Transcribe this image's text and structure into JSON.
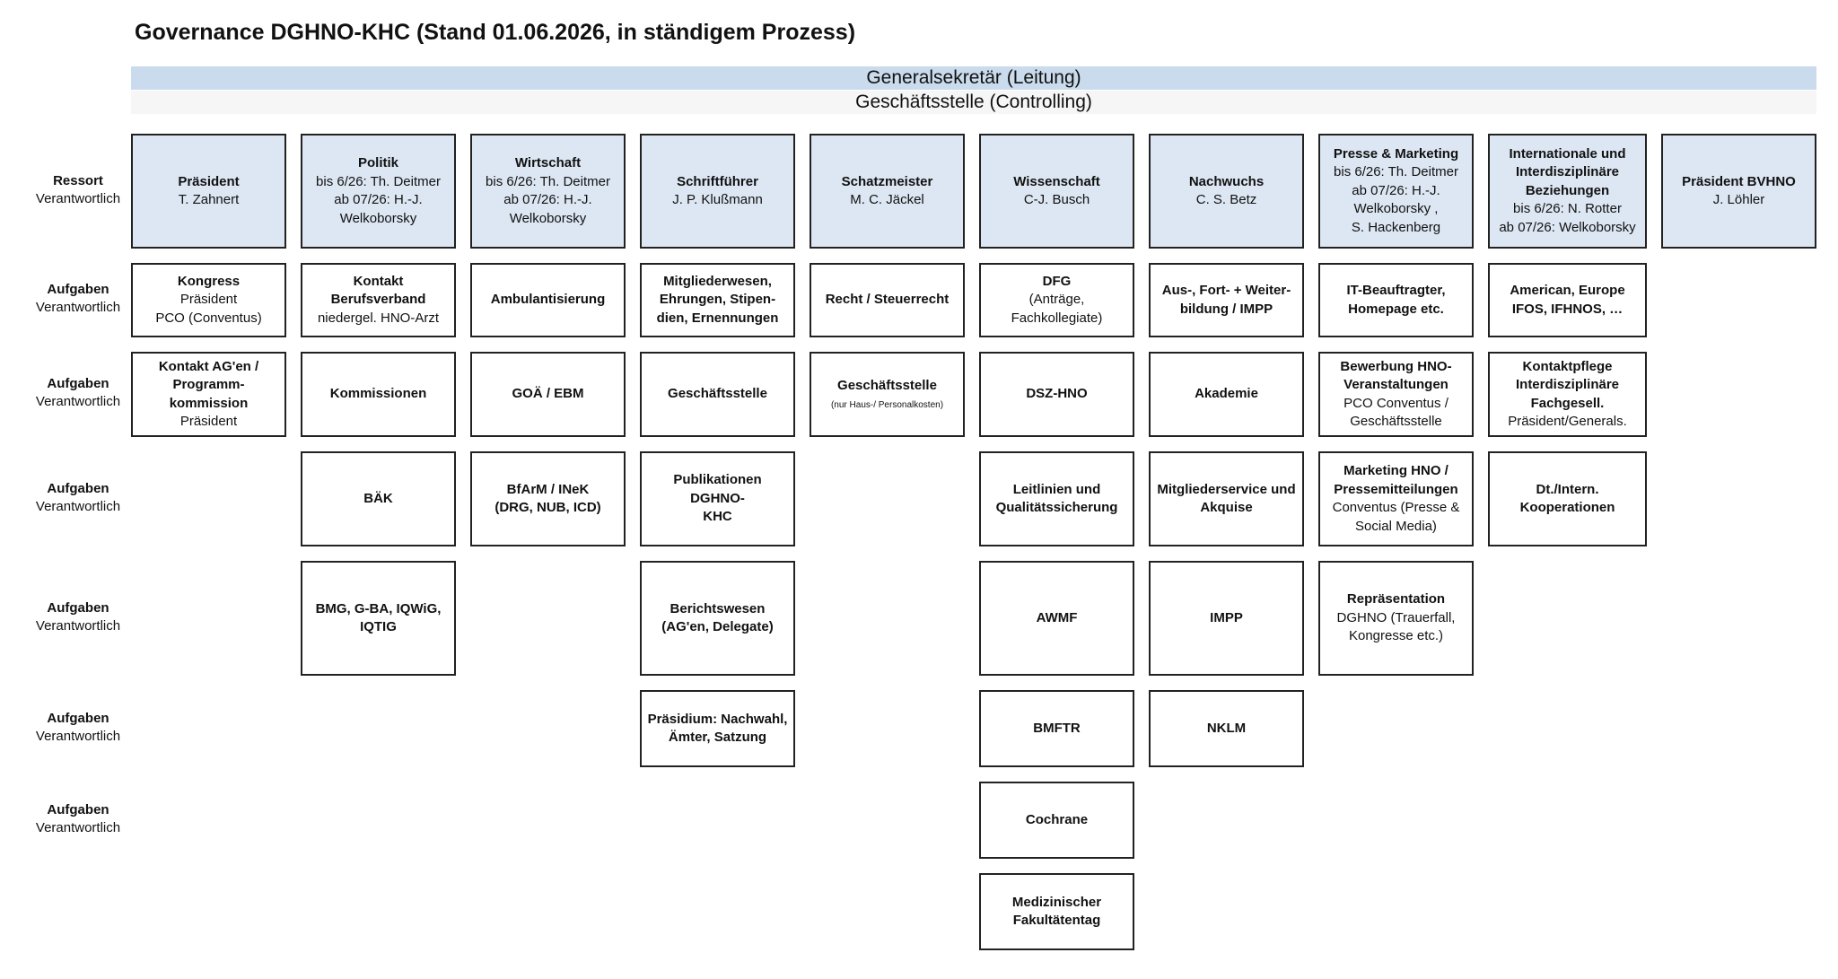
{
  "title": "Governance DGHNO-KHC (Stand 01.06.2026, in ständigem Prozess)",
  "bands": {
    "leitung": "Generalsekretär (Leitung)",
    "controlling": "Geschäftsstelle (Controlling)"
  },
  "row_labels": {
    "ressort": {
      "line1": "Ressort",
      "line2": "Verantwortlich"
    },
    "aufgaben": {
      "line1": "Aufgaben",
      "line2": "Verantwortlich"
    }
  },
  "ressorts": [
    {
      "title": "Präsident",
      "sub": "T. Zahnert"
    },
    {
      "title": "Politik",
      "sub": "bis 6/26: Th. Deitmer\nab 07/26: H.-J.\nWelkoborsky"
    },
    {
      "title": "Wirtschaft",
      "sub": "bis 6/26: Th. Deitmer\nab 07/26: H.-J.\nWelkoborsky"
    },
    {
      "title": "Schriftführer",
      "sub": "J. P. Klußmann"
    },
    {
      "title": "Schatzmeister",
      "sub": "M. C. Jäckel"
    },
    {
      "title": "Wissenschaft",
      "sub": "C-J. Busch"
    },
    {
      "title": "Nachwuchs",
      "sub": "C. S. Betz"
    },
    {
      "title": "Presse & Marketing",
      "sub": "bis 6/26: Th. Deitmer\nab 07/26: H.-J.\nWelkoborsky ,\nS. Hackenberg"
    },
    {
      "title": "Internationale und\nInterdisziplinäre\nBeziehungen",
      "sub": "bis 6/26: N. Rotter\nab 07/26: Welkoborsky"
    },
    {
      "title": "Präsident BVHNO",
      "sub": "J. Löhler"
    }
  ],
  "tasks": [
    [
      {
        "title": "Kongress",
        "sub": "Präsident\nPCO (Conventus)"
      },
      {
        "title": "Kontakt\nBerufsverband",
        "sub": "niedergel. HNO-Arzt"
      },
      {
        "title": "Ambulantisierung"
      },
      {
        "title": "Mitgliederwesen,\nEhrungen, Stipen-\ndien, Ernennungen"
      },
      {
        "title": "Recht / Steuerrecht"
      },
      {
        "title": "DFG",
        "sub": "(Anträge,\nFachkollegiate)"
      },
      {
        "title": "Aus-, Fort- + Weiter-\nbildung / IMPP"
      },
      {
        "title": "IT-Beauftragter,\nHomepage etc."
      },
      {
        "title": "American, Europe\nIFOS, IFHNOS, …"
      }
    ],
    [
      {
        "title": "Kontakt AG'en /\nProgramm-\nkommission",
        "sub": "Präsident"
      },
      {
        "title": "Kommissionen"
      },
      {
        "title": "GOÄ / EBM"
      },
      {
        "title": "Geschäftsstelle"
      },
      {
        "title": "Geschäftsstelle",
        "note": "(nur Haus-/ Personalkosten)"
      },
      {
        "title": "DSZ-HNO"
      },
      {
        "title": "Akademie"
      },
      {
        "title": "Bewerbung HNO-\nVeranstaltungen",
        "sub": "PCO Conventus /\nGeschäftsstelle"
      },
      {
        "title": "Kontaktpflege\nInterdisziplinäre\nFachgesell.",
        "sub": "Präsident/Generals."
      }
    ],
    [
      {
        "title": "BÄK"
      },
      {
        "title": "BfArM / INeK\n(DRG, NUB, ICD)"
      },
      {
        "title": "Publikationen DGHNO-\nKHC"
      },
      {
        "title": "Leitlinien und\nQualitätssicherung"
      },
      {
        "title": "Mitgliederservice und\nAkquise"
      },
      {
        "title": "Marketing HNO /\nPressemitteilungen",
        "sub": "Conventus (Presse &\nSocial Media)"
      },
      {
        "title": "Dt./Intern.\nKooperationen"
      }
    ],
    [
      {
        "title": "BMG, G-BA, IQWiG,\nIQTIG"
      },
      {
        "title": "Berichtswesen\n(AG'en, Delegate)"
      },
      {
        "title": "AWMF"
      },
      {
        "title": "IMPP"
      },
      {
        "title": "Repräsentation",
        "sub": "DGHNO (Trauerfall,\nKongresse etc.)"
      }
    ],
    [
      {
        "title": "Präsidium: Nachwahl,\nÄmter, Satzung"
      },
      {
        "title": "BMFTR"
      },
      {
        "title": "NKLM"
      }
    ],
    [
      {
        "title": "Cochrane"
      }
    ],
    [
      {
        "title": "Medizinischer\nFakultätentag"
      }
    ]
  ]
}
